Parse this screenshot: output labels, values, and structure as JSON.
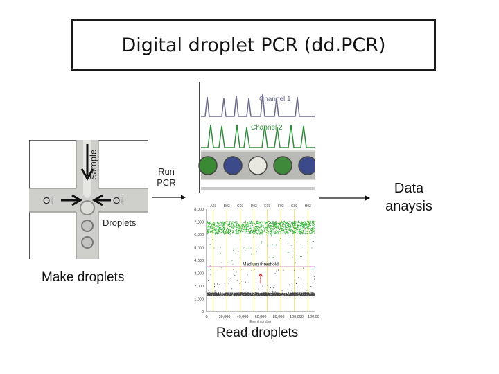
{
  "title": "Digital droplet PCR (dd.PCR)",
  "steps": {
    "make": "Make droplets",
    "run": "Run PCR",
    "read": "Read droplets",
    "analysis": "Data anaysis"
  },
  "chip": {
    "sample_label": "Sample",
    "oil_left": "Oil",
    "oil_right": "Oil",
    "droplets_label": "Droplets"
  },
  "reader": {
    "channel1": "Channel 1",
    "channel2": "Channel 2",
    "channel1_color": "#6a6a8a",
    "channel2_color": "#2e8b3a",
    "droplet_colors": [
      "#3a8a34",
      "#3c4a8c",
      "#e8e8e0",
      "#3e8a3a",
      "#3c4a8c"
    ]
  },
  "chart_data": {
    "type": "scatter",
    "title": "",
    "xlabel": "Event number",
    "ylabel": "",
    "ylim": [
      0,
      8000
    ],
    "xlim": [
      0,
      120000
    ],
    "yticks": [
      "0",
      "1,000",
      "2,000",
      "3,000",
      "4,000",
      "5,000",
      "6,000",
      "7,000",
      "8,000"
    ],
    "xticks": [
      "0",
      "20,000",
      "40,000",
      "60,000",
      "80,000",
      "100,000",
      "120,000"
    ],
    "wells": [
      "A03",
      "B03",
      "C03",
      "D03",
      "E03",
      "F03",
      "G03",
      "H03"
    ],
    "threshold": 3500,
    "threshold_label": "Medium threshold",
    "series": [
      {
        "color": "#3cb43c",
        "band": [
          6100,
          7100
        ]
      },
      {
        "color": "#444444",
        "band": [
          1250,
          1500
        ]
      }
    ]
  }
}
